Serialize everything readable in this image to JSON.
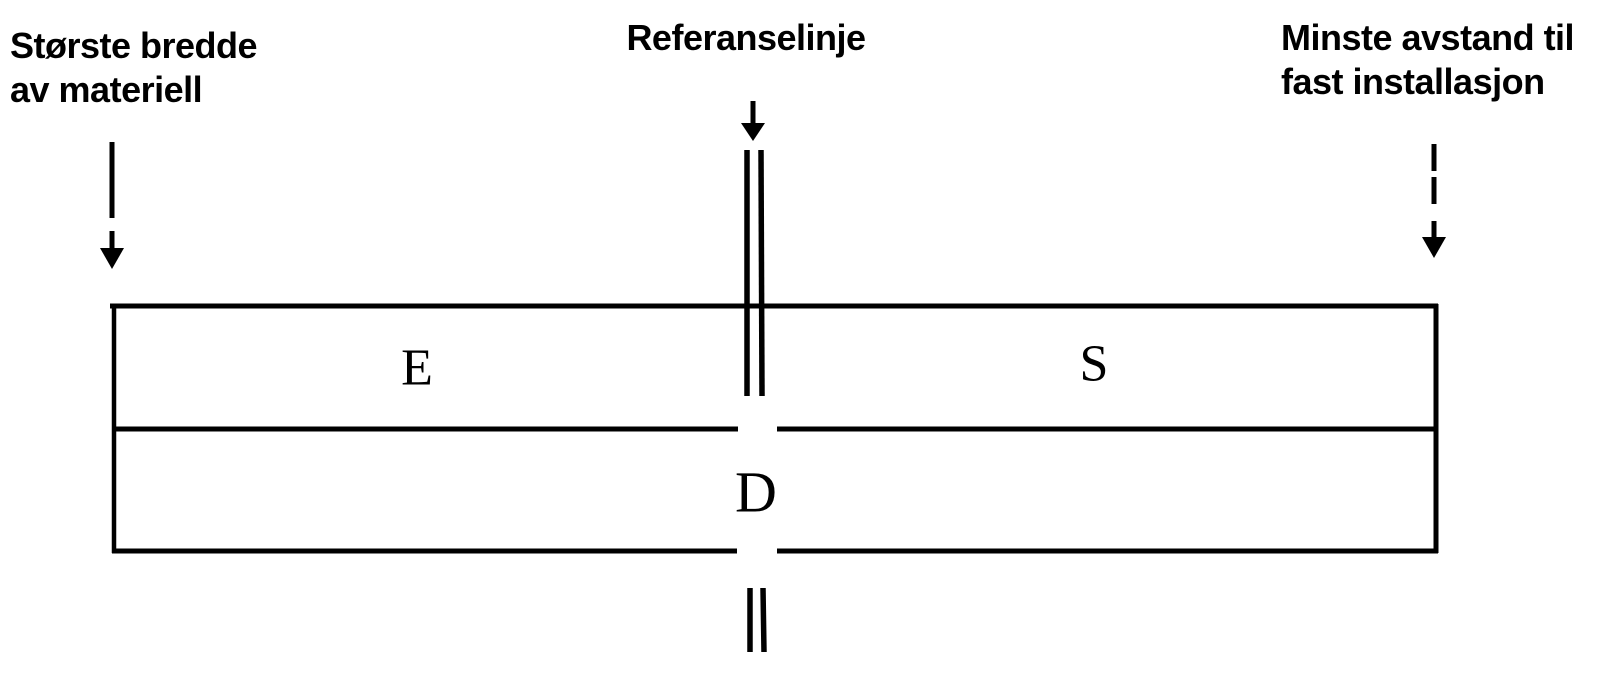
{
  "meta": {
    "background_color": "#ffffff",
    "ink_color": "#000000",
    "description": "Scanned clearance-gauge diagram with reference line and zones"
  },
  "labels": {
    "largest_width": {
      "line1": "Største bredde",
      "line2": "av materiell"
    },
    "reference_line": "Referanselinje",
    "min_distance": {
      "line1": "Minste avstand til",
      "line2": "fast installasjon"
    }
  },
  "zones": {
    "e": "E",
    "s": "S",
    "d": "D"
  }
}
